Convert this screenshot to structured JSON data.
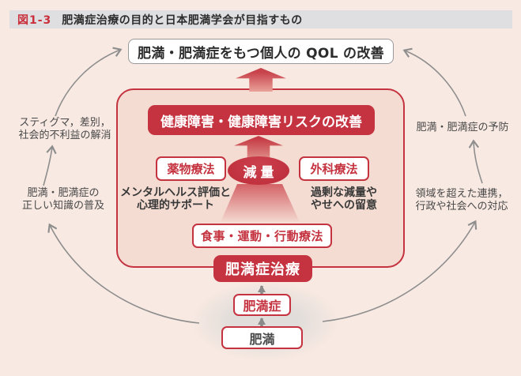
{
  "figure": {
    "label": "図1-3",
    "title": "肥満症治療の目的と日本肥満学会が目指すもの"
  },
  "diagram": {
    "qol_goal": "肥満・肥満症をもつ個人の QOL の改善",
    "risk_improvement": "健康障害・健康障害リスクの改善",
    "weight_reduction": "減量",
    "pharmacotherapy": "薬物療法",
    "surgical_therapy": "外科療法",
    "mental_note": [
      "メンタルヘルス評価と",
      "心理的サポート"
    ],
    "caution_note": [
      "過剰な減量や",
      "やせへの留意"
    ],
    "lifestyle_therapy": "食事・運動・行動療法",
    "obesity_disease_treatment": "肥満症治療",
    "obesity_disease": "肥満症",
    "obesity": "肥満",
    "side_left_upper": [
      "スティグマ，差別，",
      "社会的不利益の解消"
    ],
    "side_left_lower": [
      "肥満・肥満症の",
      "正しい知識の普及"
    ],
    "side_right_upper": "肥満・肥満症の予防",
    "side_right_lower": [
      "領域を超えた連携，",
      "行政や社会への対応"
    ]
  },
  "colors": {
    "accent_red": "#c4333f",
    "panel_fill": "#f4dcd2",
    "page_background": "#f8e9e2",
    "titlebar_background": "#dfdfe1",
    "arrow_gray": "#8e8e8e"
  }
}
